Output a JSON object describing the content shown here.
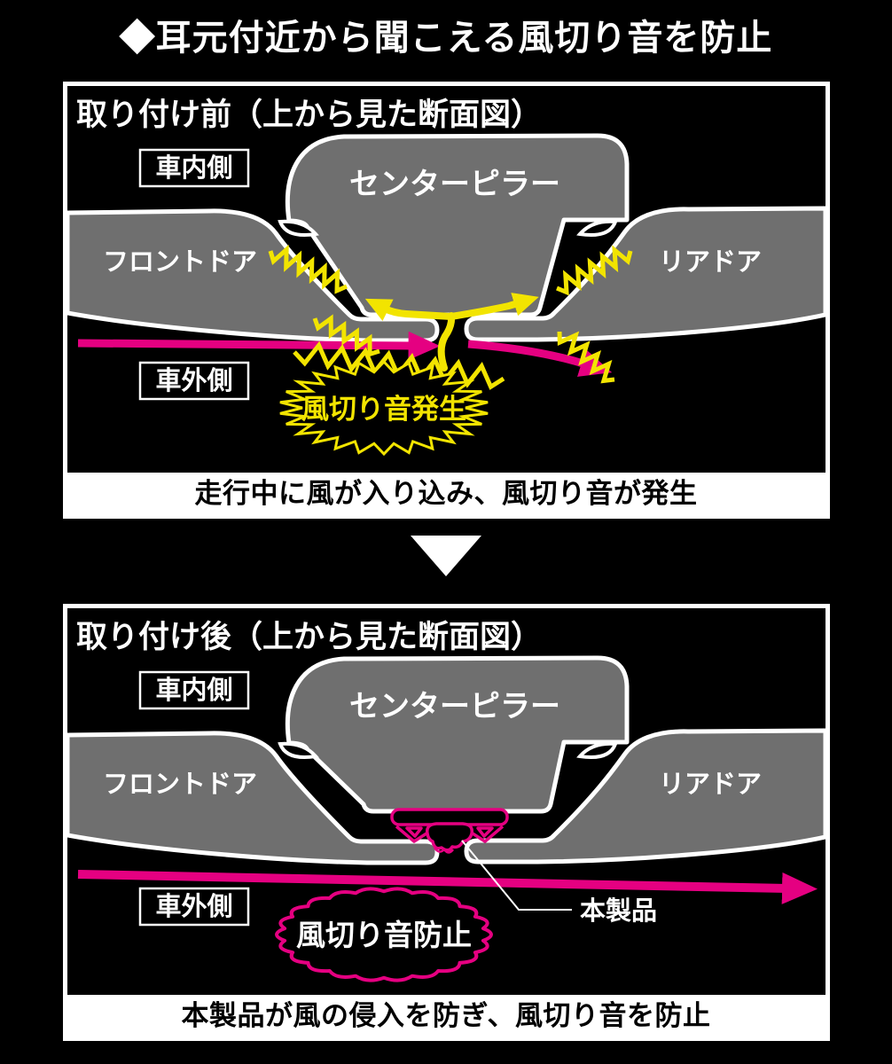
{
  "title": "◆耳元付近から聞こえる風切り音を防止",
  "colors": {
    "pink": "#e50081",
    "yellow": "#f2e400",
    "gray": "#6f6f6f"
  },
  "divider": {
    "arrow_icon": "down-triangle"
  },
  "panel_before": {
    "header": "取り付け前（上から見た断面図）",
    "labels": {
      "interior": "車内側",
      "exterior": "車外側",
      "pillar": "センターピラー",
      "front_door": "フロントドア",
      "rear_door": "リアドア"
    },
    "burst_label": "風切り音発生",
    "caption": "走行中に風が入り込み、風切り音が発生"
  },
  "panel_after": {
    "header": "取り付け後（上から見た断面図）",
    "labels": {
      "interior": "車内側",
      "exterior": "車外側",
      "pillar": "センターピラー",
      "front_door": "フロントドア",
      "rear_door": "リアドア"
    },
    "bubble_label": "風切り音防止",
    "product_label": "本製品",
    "caption": "本製品が風の侵入を防ぎ、風切り音を防止"
  }
}
